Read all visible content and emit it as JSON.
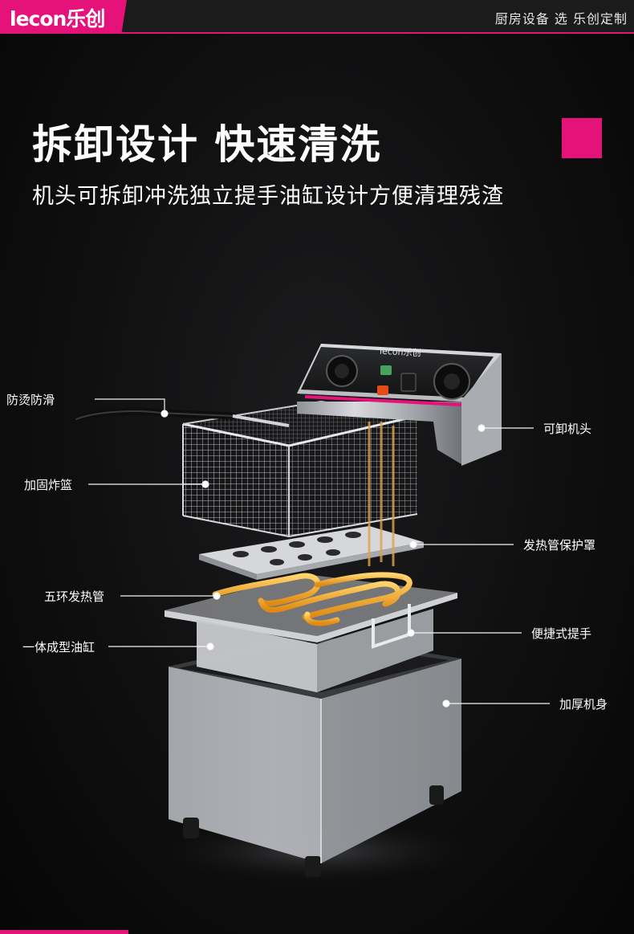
{
  "header": {
    "logo": "lecon乐创",
    "tagline": "厨房设备 选 乐创定制"
  },
  "hero": {
    "title": "拆卸设计 快速清洗",
    "subtitle": "机头可拆卸冲洗独立提手油缸设计方便清理残渣"
  },
  "product": {
    "panel_brand": "lecon乐创"
  },
  "callouts": {
    "anti_scald_handle": "防烫防滑",
    "reinforced_basket": "加固炸篮",
    "five_ring_heater": "五环发热管",
    "one_piece_tank": "一体成型油缸",
    "removable_head": "可卸机头",
    "heater_guard": "发热管保护罩",
    "convenient_handle": "便捷式提手",
    "thick_body": "加厚机身"
  },
  "colors": {
    "accent": "#e5127a",
    "background": "#0b0b0c",
    "steel": "#b9bcc0"
  }
}
